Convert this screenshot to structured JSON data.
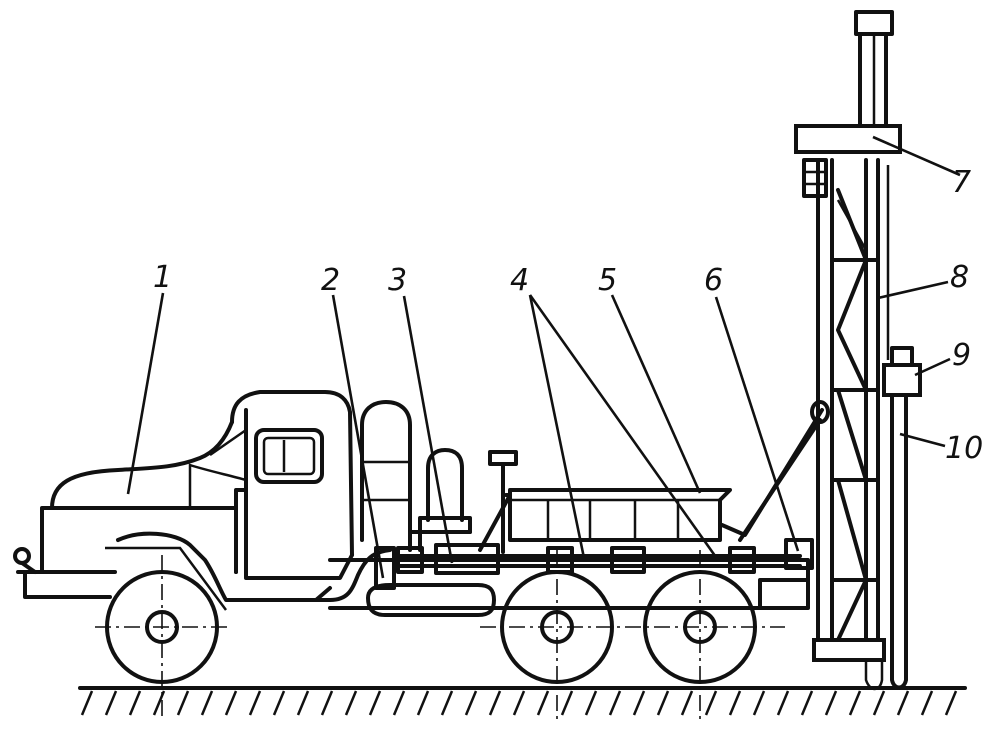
{
  "labels": {
    "l1": "1",
    "l2": "2",
    "l3": "3",
    "l4": "4",
    "l5": "5",
    "l6": "6",
    "l7": "7",
    "l8": "8",
    "l9": "9",
    "l10": "10"
  }
}
